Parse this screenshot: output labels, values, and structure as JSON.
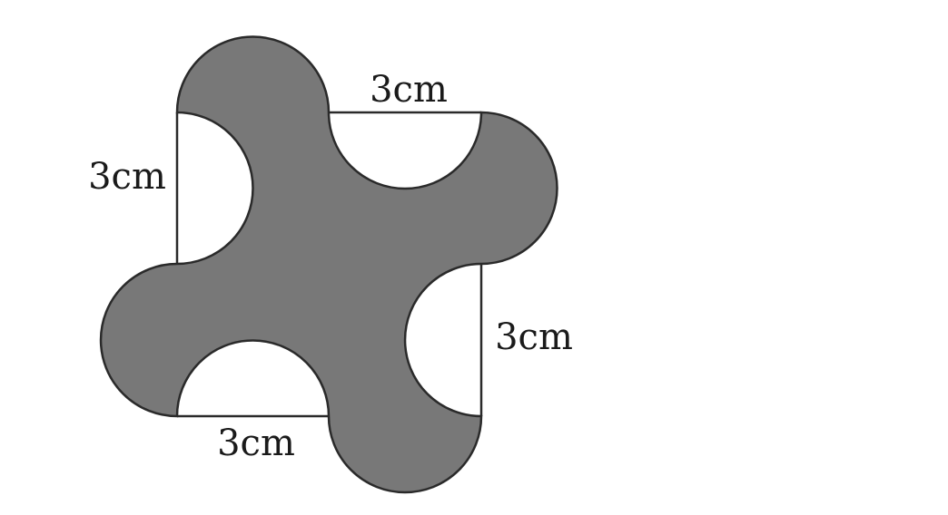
{
  "diagram": {
    "labels": {
      "top": "3cm",
      "left": "3cm",
      "right": "3cm",
      "bottom": "3cm"
    },
    "colors": {
      "fill": "#787878",
      "stroke": "#2a2a2a",
      "background": "#ffffff"
    }
  }
}
